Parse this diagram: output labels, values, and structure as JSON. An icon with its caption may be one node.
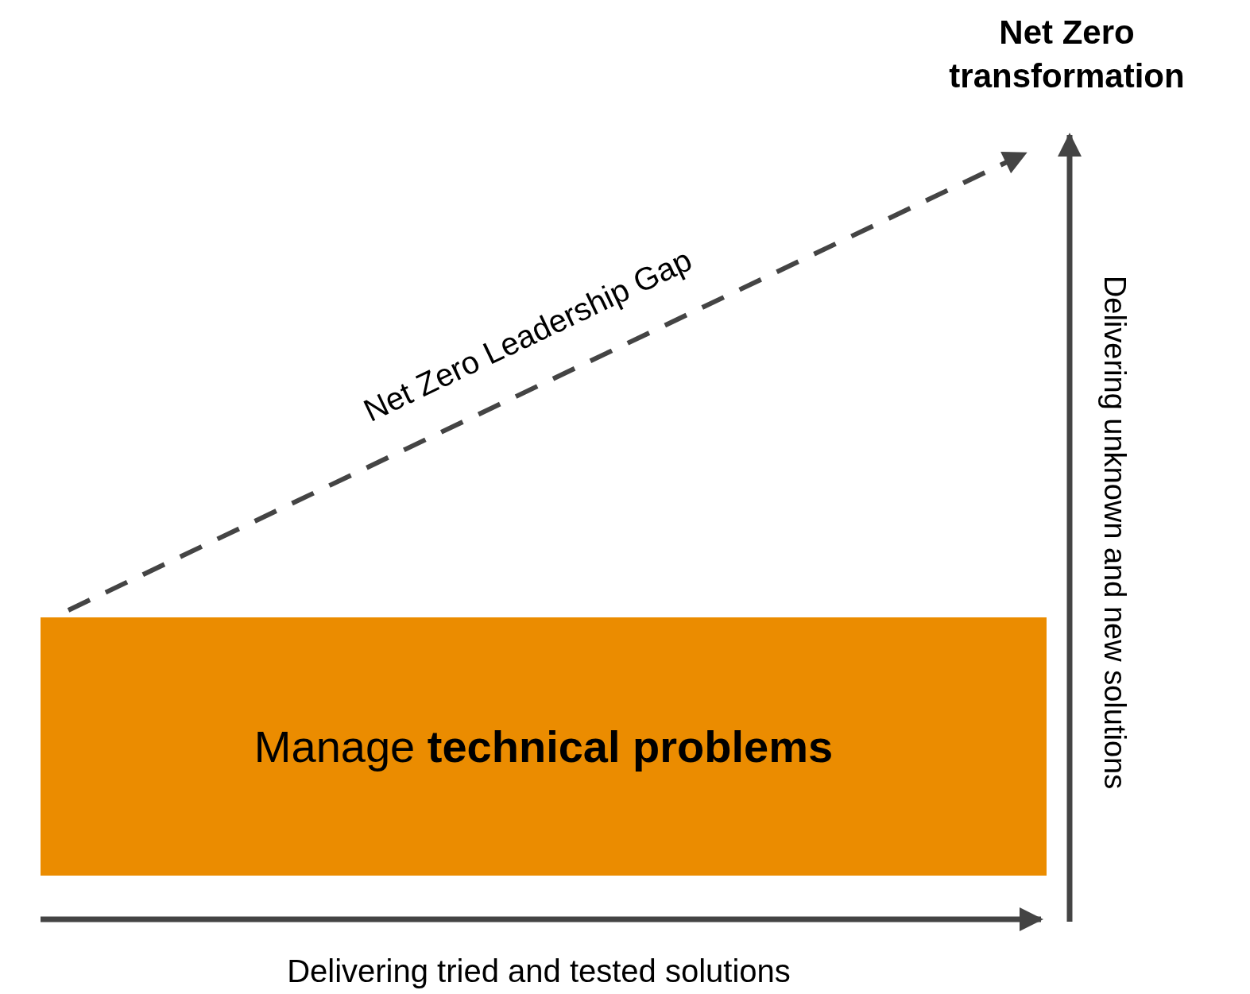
{
  "diagram": {
    "nodes": [
      {
        "text": [
          "Net Zero transformation"
        ]
      },
      {
        "text": [
          "Manage **technical problems**"
        ]
      }
    ],
    "edges": [
      {
        "from": 1,
        "to": 0,
        "arrow": "to",
        "style": "dashed",
        "label": "Net Zero Leadership Gap"
      }
    ],
    "labels": [
      "Delivering unknown and new solutions",
      "Delivering tried and tested solutions"
    ]
  }
}
